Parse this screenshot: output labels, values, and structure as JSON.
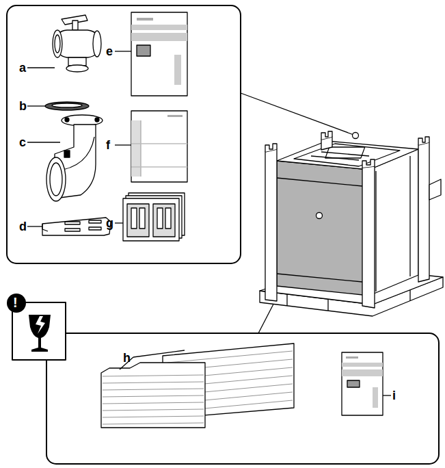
{
  "diagram": {
    "labels": [
      "a",
      "b",
      "c",
      "d",
      "e",
      "f",
      "g",
      "h",
      "i",
      "!"
    ]
  }
}
